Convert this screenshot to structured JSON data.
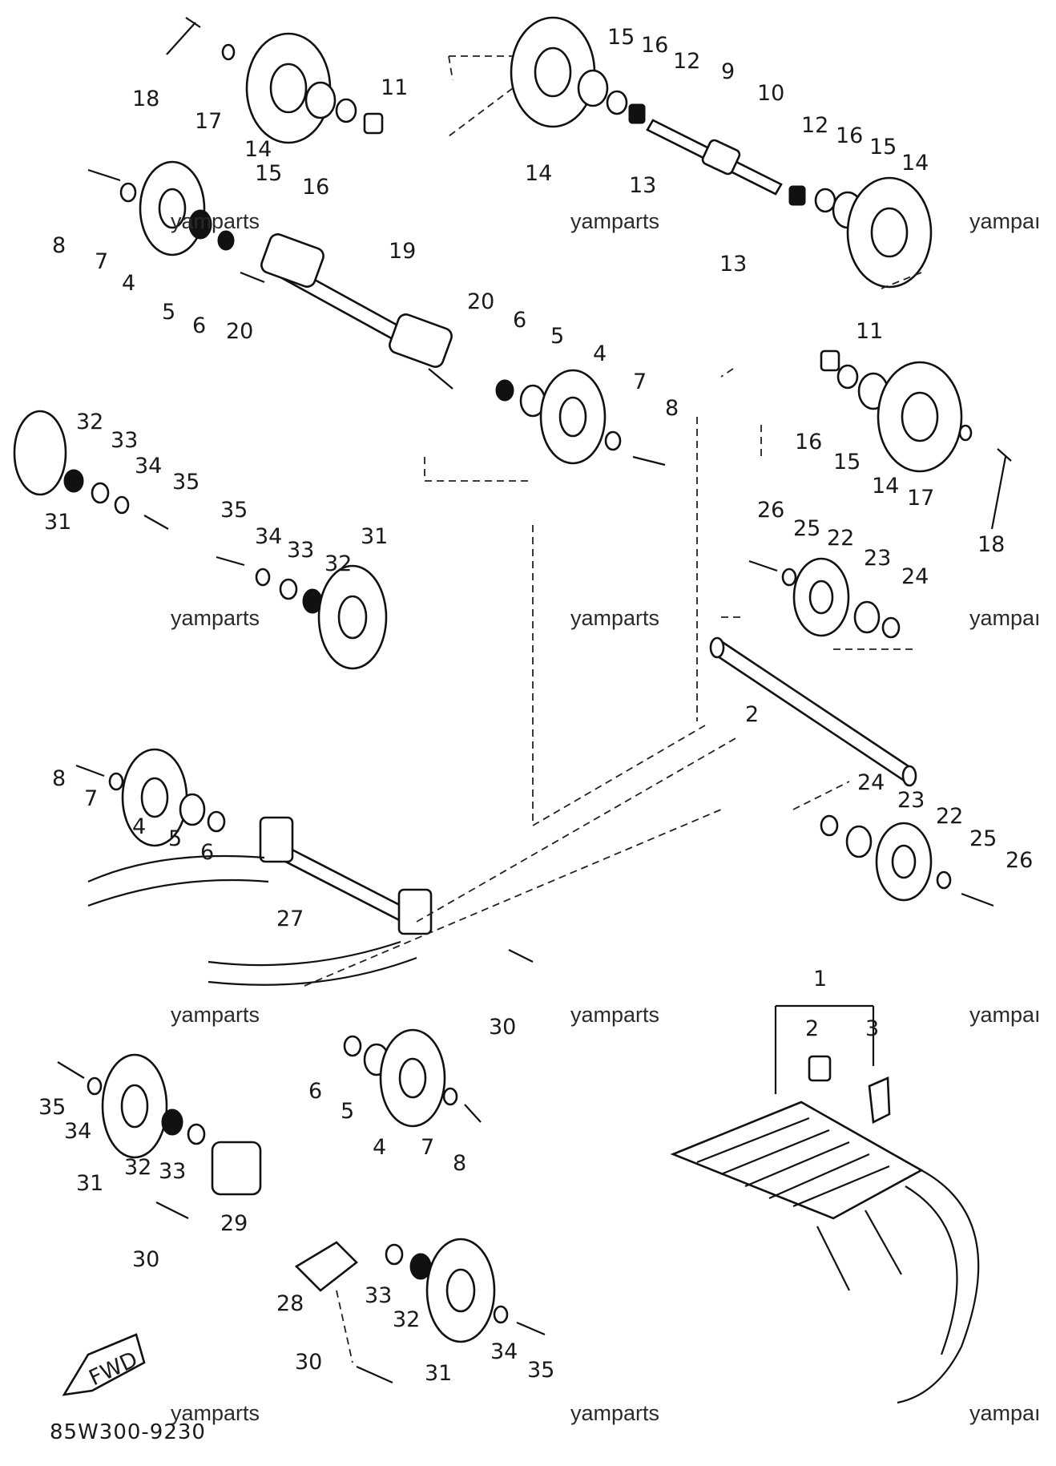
{
  "diagram": {
    "watermark_text": "yamparts",
    "watermark_text_cropped": "yampaı",
    "drawing_code": "85W300-9230",
    "fwd_label": "FWD",
    "callouts": [
      "1",
      "2",
      "3",
      "4",
      "5",
      "6",
      "7",
      "8",
      "9",
      "10",
      "11",
      "12",
      "13",
      "14",
      "15",
      "16",
      "17",
      "18",
      "19",
      "20",
      "22",
      "23",
      "24",
      "25",
      "26",
      "27",
      "28",
      "29",
      "30",
      "31",
      "32",
      "33",
      "34",
      "35"
    ]
  }
}
